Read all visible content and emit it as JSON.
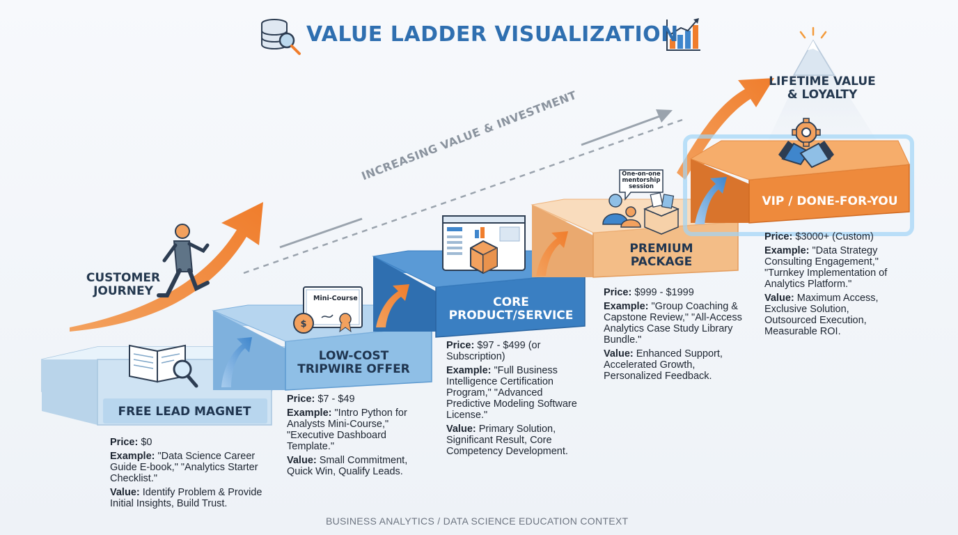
{
  "title": "VALUE LADDER VISUALIZATION",
  "journey_label": "CUSTOMER JOURNEY",
  "diagonal_label": "INCREASING VALUE & INVESTMENT",
  "summit_label": "LIFETIME VALUE & LOYALTY",
  "footer": "BUSINESS ANALYTICS / DATA SCIENCE EDUCATION CONTEXT",
  "callout_text": "One-on-one mentorship session",
  "certificate_text": "Mini-Course",
  "price_key": "Price:",
  "example_key": "Example:",
  "value_key": "Value:",
  "steps": [
    {
      "name": "FREE LEAD MAGNET",
      "price": "$0",
      "example": "\"Data Science Career Guide E-book,\" \"Analytics Starter Checklist.\"",
      "value": "Identify Problem & Provide Initial Insights, Build Trust.",
      "color": "#bcd9ee"
    },
    {
      "name": "LOW-COST TRIPWIRE OFFER",
      "price": "$7 - $49",
      "example": "\"Intro Python for Analysts Mini-Course,\" \"Executive Dashboard Template.\"",
      "value": "Small Commitment, Quick Win, Qualify Leads.",
      "color": "#7fb4e0"
    },
    {
      "name": "CORE PRODUCT/SERVICE",
      "price": "$97 - $499 (or Subscription)",
      "example": "\"Full Business Intelligence Certification Program,\" \"Advanced Predictive Modeling Software License.\"",
      "value": "Primary Solution, Significant Result, Core Competency Development.",
      "color": "#3f86cc"
    },
    {
      "name": "PREMIUM PACKAGE",
      "price": "$999 - $1999",
      "example": "\"Group Coaching & Capstone Review,\" \"All-Access Analytics Case Study Library Bundle.\"",
      "value": "Enhanced Support, Accelerated Growth, Personalized Feedback.",
      "color": "#f4c28f"
    },
    {
      "name": "VIP / DONE-FOR-YOU",
      "price": "$3000+ (Custom)",
      "example": "\"Data Strategy Consulting Engagement,\" \"Turnkey Implementation of Analytics Platform.\"",
      "value": "Maximum Access, Exclusive Solution, Outsourced Execution, Measurable ROI.",
      "color": "#ee8a3c"
    }
  ],
  "accent_orange": "#f07d2c",
  "accent_blue": "#2f6fb0",
  "icons": [
    "database-search-icon",
    "bar-chart-growth-icon",
    "walking-person-icon",
    "book-magnifier-icon",
    "certificate-coin-icon",
    "dashboard-cube-icon",
    "mentorship-box-icon",
    "handshake-gear-icon",
    "mountain-peak-icon"
  ]
}
